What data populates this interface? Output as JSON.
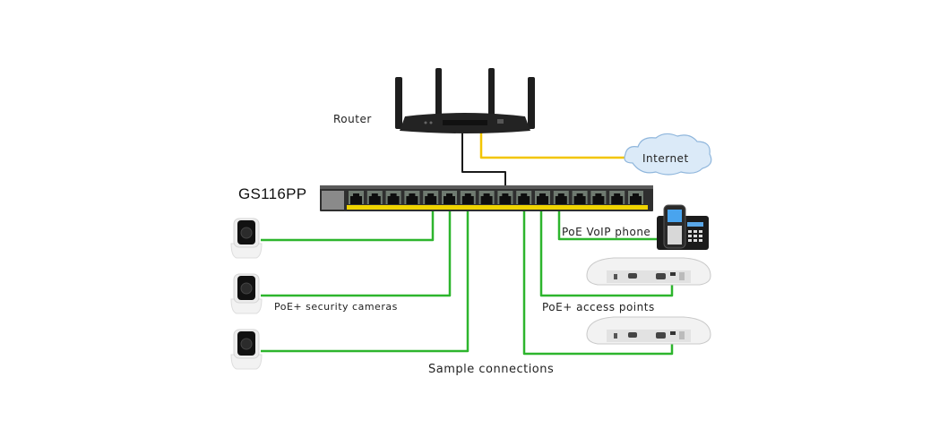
{
  "diagram": {
    "caption": "Sample connections",
    "colors": {
      "poe_cable": "#2db52d",
      "internet_cable": "#f2c500",
      "uplink_cable": "#1a1a1a",
      "switch_body": "#2f2f2f",
      "switch_label_strip": "#f0d400",
      "cloud_fill": "#dbeaf8",
      "cloud_stroke": "#8fb6dc",
      "device_white": "#f2f2f2"
    },
    "nodes": {
      "router": {
        "label": "Router"
      },
      "internet": {
        "label": "Internet"
      },
      "switch": {
        "label": "GS116PP",
        "port_count": 16
      },
      "voip_phone": {
        "label": "PoE VoIP phone"
      },
      "cameras": {
        "label": "PoE+ security cameras",
        "count": 3
      },
      "access_points": {
        "label": "PoE+ access points",
        "count": 2
      }
    },
    "connections": [
      {
        "from": "router",
        "to": "internet",
        "type": "internet_cable"
      },
      {
        "from": "router",
        "to": "switch",
        "type": "uplink_cable"
      },
      {
        "from": "switch",
        "to": "camera-1",
        "type": "poe_cable"
      },
      {
        "from": "switch",
        "to": "camera-2",
        "type": "poe_cable"
      },
      {
        "from": "switch",
        "to": "camera-3",
        "type": "poe_cable"
      },
      {
        "from": "switch",
        "to": "voip_phone",
        "type": "poe_cable"
      },
      {
        "from": "switch",
        "to": "access-point-1",
        "type": "poe_cable"
      },
      {
        "from": "switch",
        "to": "access-point-2",
        "type": "poe_cable"
      }
    ]
  }
}
